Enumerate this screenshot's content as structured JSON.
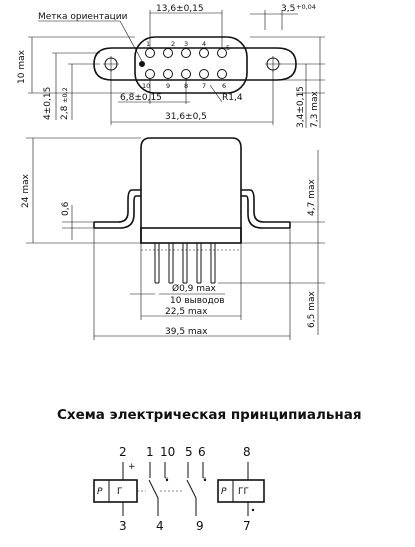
{
  "top_view": {
    "orientation_label": "Метка ориентации",
    "dim_top_width": "13,6±0,15",
    "dim_top_right": "3,5",
    "dim_top_right_sup": "+0,04",
    "dim_left_height": "10 max",
    "dim_pitch": "6,8±0,15",
    "dim_radius": "R1,4",
    "dim_overall": "31,6±0,5",
    "dim_left_a": "4±0,15",
    "dim_left_b": "2,8",
    "dim_left_b_sup": "±0,2",
    "dim_right_a": "3,4±0,15",
    "dim_right_b": "7,3 max",
    "pins_top": [
      "2",
      "3",
      "4"
    ],
    "pins_bottom": [
      "10",
      "9",
      "8",
      "7",
      "6"
    ],
    "pin_1": "1",
    "pin_5": "5"
  },
  "side_view": {
    "dim_height": "24 max",
    "dim_flange": "0,6",
    "dim_right_height": "4,7 max",
    "dim_pin_dia": "Ø0,9 max",
    "dim_pins_count": "10 выводов",
    "dim_pin_span": "22,5 max",
    "dim_pin_length": "6,5 max",
    "dim_base": "39,5 max"
  },
  "schematic": {
    "title": "Схема электрическая принципиальная",
    "top_labels": [
      "2",
      "1",
      "10",
      "5",
      "6",
      "8"
    ],
    "bottom_labels": [
      "3",
      "4",
      "9",
      "7"
    ],
    "coil1_text": "Г",
    "coil2_text": "ГГ",
    "coil_letter": "Р",
    "plus": "+"
  }
}
